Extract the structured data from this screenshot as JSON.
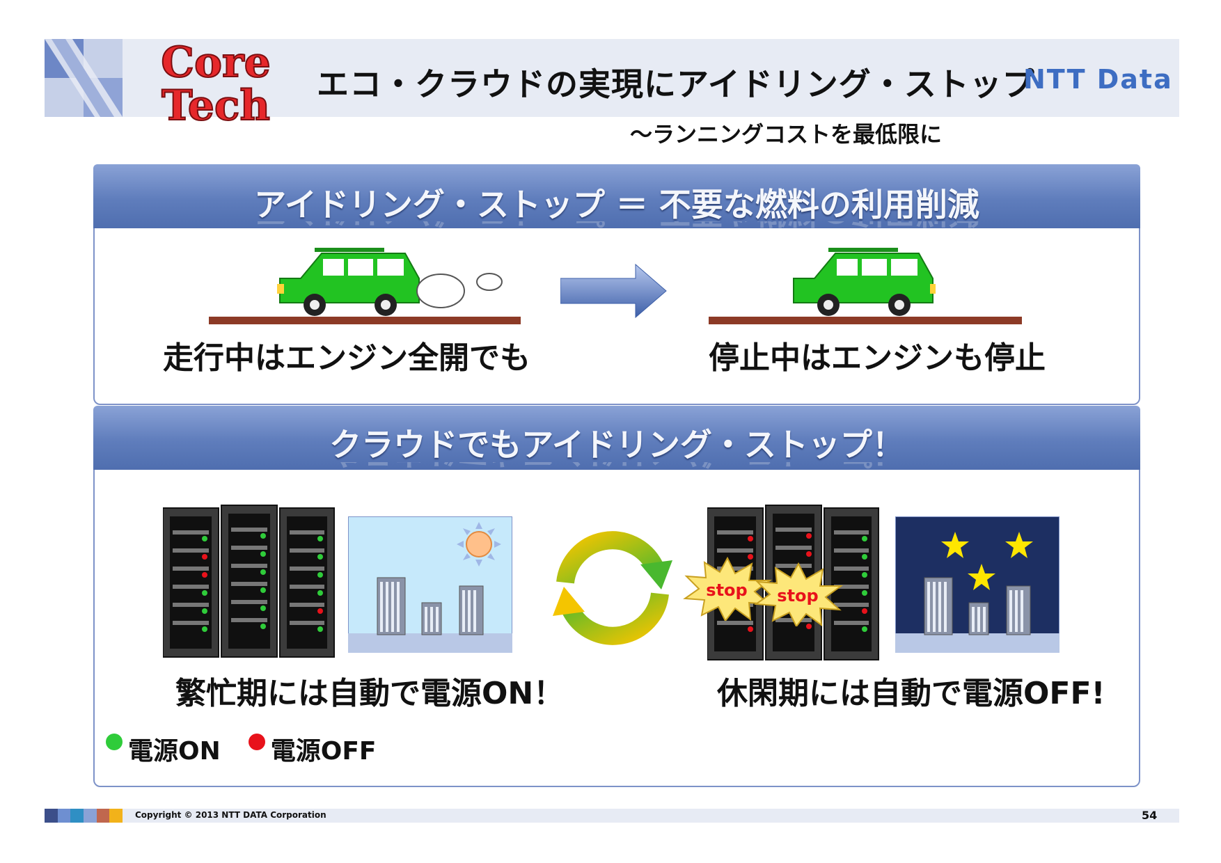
{
  "header": {
    "logo_text_line1": "Core",
    "logo_text_line2": "Tech",
    "title": "エコ・クラウドの実現にアイドリング・ストップ",
    "brand": "NTT Data",
    "subtitle": "～ランニングコストを最低限に"
  },
  "top_panel": {
    "heading": "アイドリング・ストップ ＝ 不要な燃料の利用削減",
    "caption_left": "走行中はエンジン全開でも",
    "caption_right": "停止中はエンジンも停止"
  },
  "bottom_panel": {
    "heading": "クラウドでもアイドリング・ストップ！",
    "caption_left": "繁忙期には自動で電源ON！",
    "caption_right": "休閑期には自動で電源OFF!",
    "stop_label_1": "stop",
    "stop_label_2": "stop",
    "legend_on": "電源ON",
    "legend_off": "電源OFF"
  },
  "colors": {
    "on": "#2fcc3a",
    "off": "#e8121b",
    "band": "#5f7dbc",
    "car": "#22c322",
    "road": "#8c3a26"
  },
  "footer": {
    "copyright": "Copyright © 2013 NTT DATA Corporation",
    "page_number": "54"
  }
}
